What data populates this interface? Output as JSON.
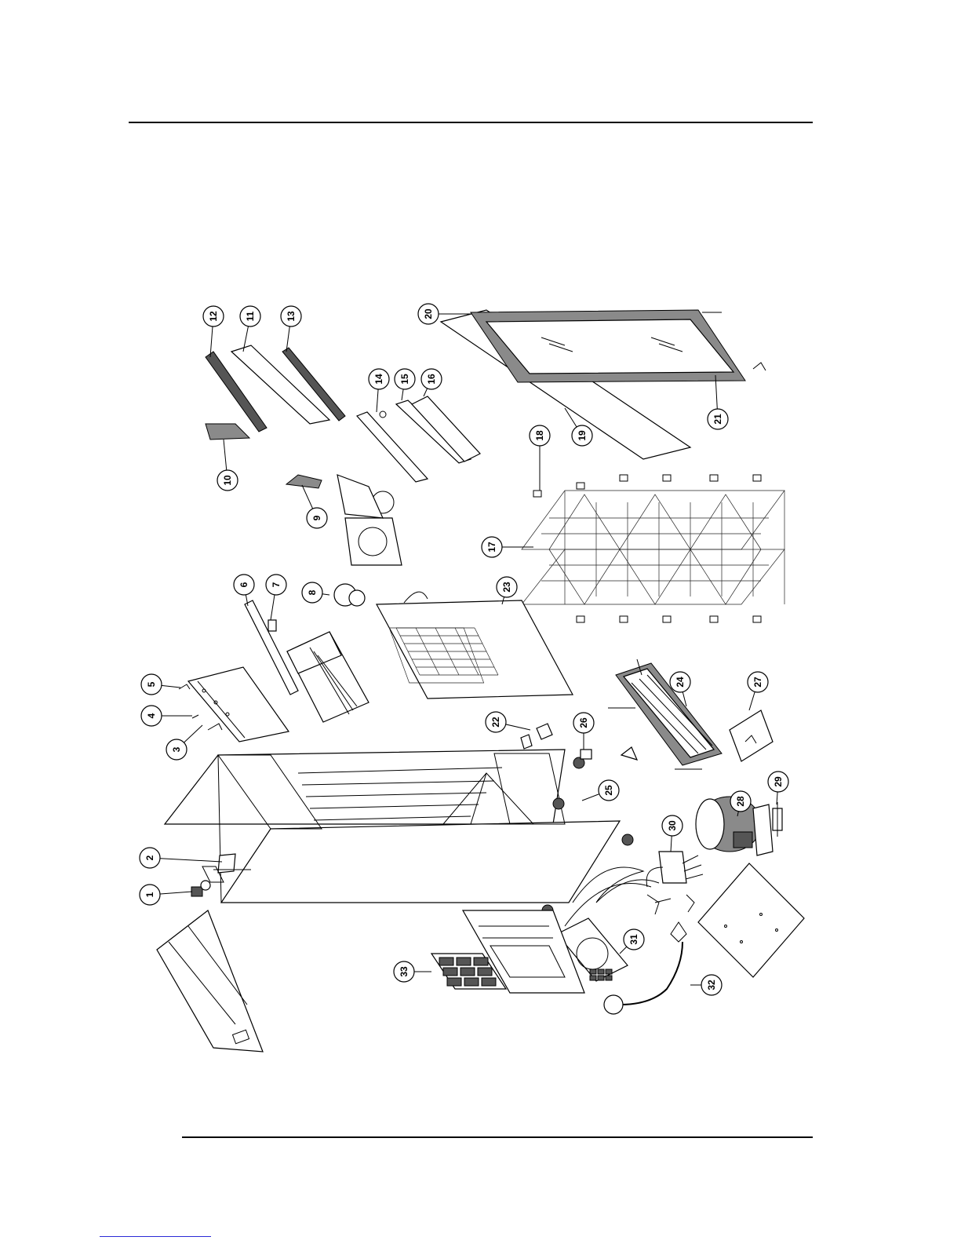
{
  "page": {
    "type": "exploded parts diagram"
  },
  "callouts": [
    "1",
    "2",
    "3",
    "4",
    "5",
    "6",
    "7",
    "8",
    "9",
    "10",
    "11",
    "12",
    "13",
    "14",
    "15",
    "16",
    "17",
    "18",
    "19",
    "20",
    "21",
    "22",
    "23",
    "24",
    "25",
    "26",
    "27",
    "28",
    "29",
    "30",
    "31",
    "32",
    "33"
  ]
}
